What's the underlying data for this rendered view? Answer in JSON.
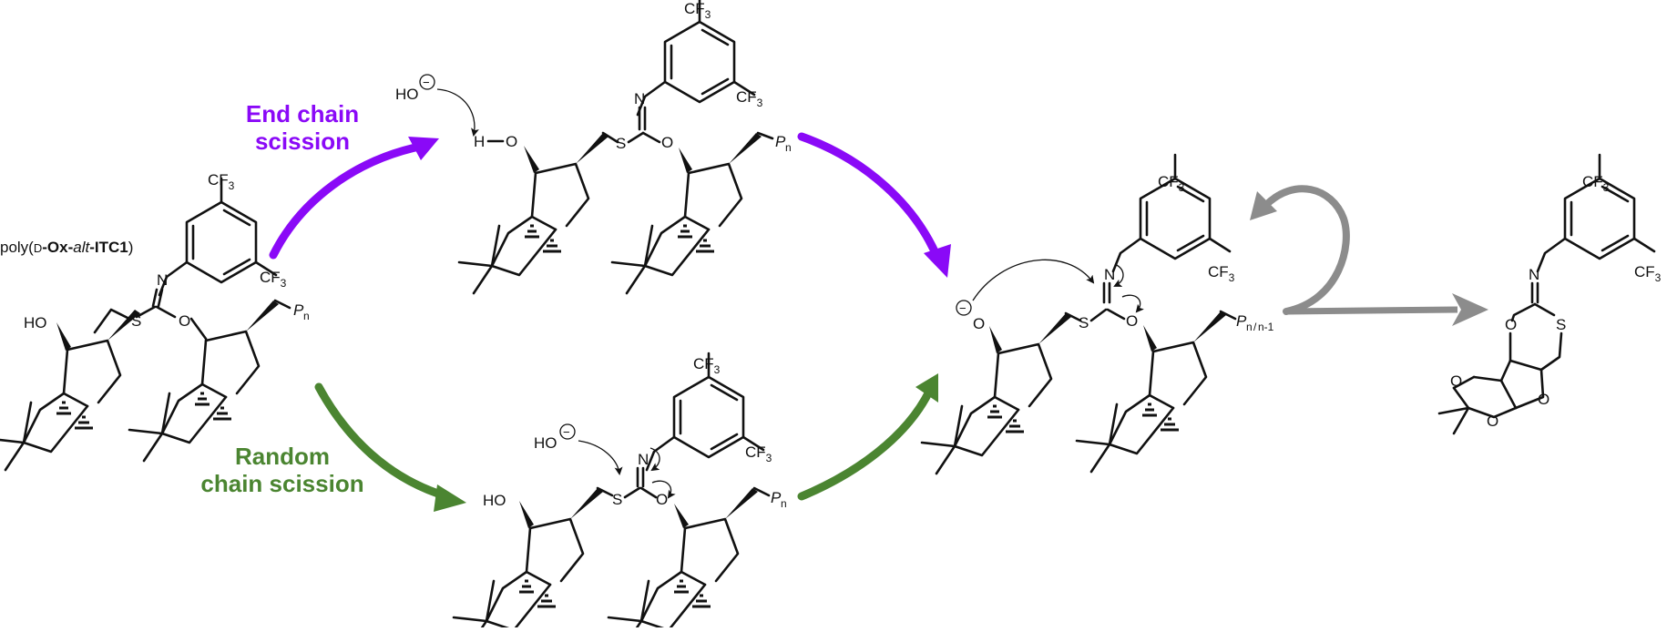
{
  "colors": {
    "end": "#8a09f7",
    "random": "#4b8531",
    "cycle": "#8c8c8c",
    "bond": "#111111"
  },
  "captions": {
    "end_line1": "End chain",
    "end_line2": "scission",
    "random_line1": "Random",
    "random_line2": "chain scission"
  },
  "polymer": {
    "prefix": "poly(",
    "d": "D",
    "ox": "-Ox-",
    "alt": "alt",
    "itc1": "-ITC1",
    "suffix": ")"
  },
  "atoms": {
    "cf3_main": "CF",
    "cf3_sub": "3",
    "n": "N",
    "s": "S",
    "o": "O",
    "h": "H",
    "ho": "HO",
    "p": "P",
    "p_sub": "n",
    "pn_a": "n",
    "pn_slash": "/",
    "pn_b": "n-1",
    "minus": "−"
  }
}
